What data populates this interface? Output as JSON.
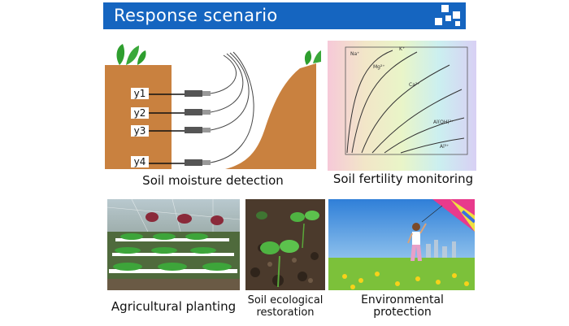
{
  "header": {
    "title": "Response scenario"
  },
  "panels": {
    "moisture": {
      "caption": "Soil moisture detection",
      "depth_labels": [
        "y1",
        "y2",
        "y3",
        "y4"
      ]
    },
    "fertility": {
      "caption": "Soil fertility monitoring",
      "ions": [
        "Na⁺",
        "K⁺",
        "Mg²⁺",
        "Ca²⁺",
        "Al(OH)²⁺",
        "Al³⁺"
      ]
    },
    "agriculture": {
      "caption": "Agricultural planting"
    },
    "restoration": {
      "caption": "Soil ecological restoration"
    },
    "environment": {
      "caption": "Environmental protection"
    }
  },
  "colors": {
    "header_bg": "#1565c0",
    "soil": "#c9813f",
    "grass": "#2e9e2e"
  }
}
